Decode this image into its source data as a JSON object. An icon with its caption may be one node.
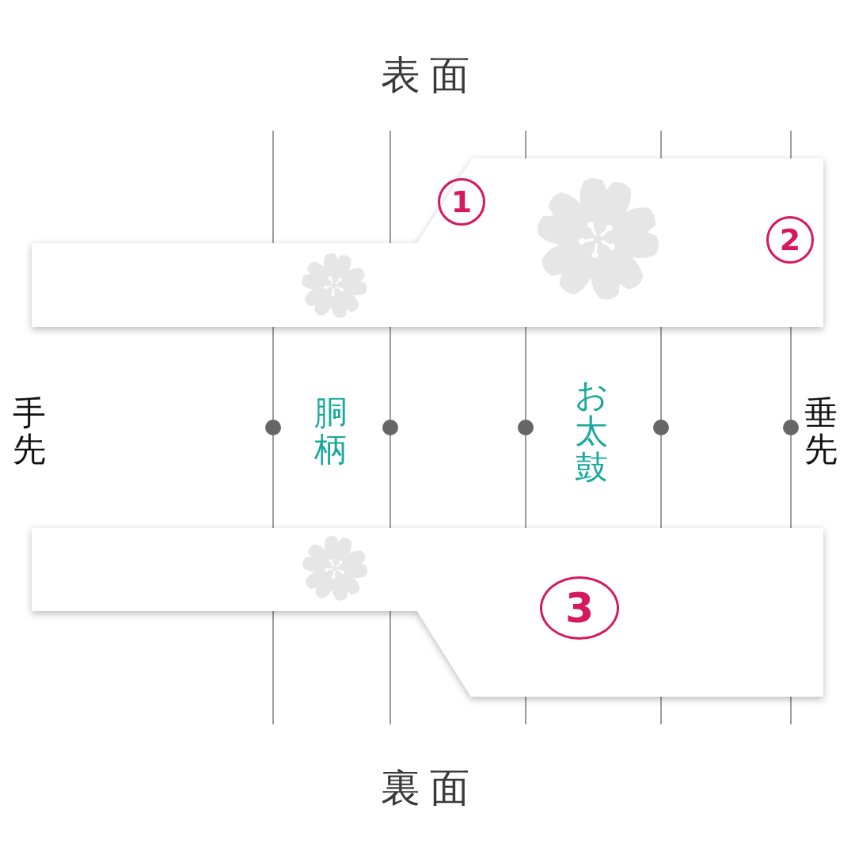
{
  "diagram": {
    "labels": [
      "表面",
      "1",
      "2",
      "手先",
      "胴柄",
      "お太鼓",
      "垂先",
      "3",
      "裏面"
    ]
  }
}
